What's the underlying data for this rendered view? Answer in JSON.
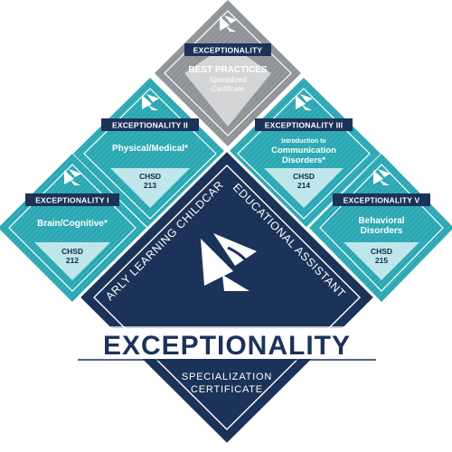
{
  "colors": {
    "navy": "#1b3358",
    "teal": "#2aa7b2",
    "teal_light": "#bfe6ea",
    "grey": "#8f9296",
    "grey_light": "#d4d5d7",
    "white": "#ffffff"
  },
  "badges": {
    "best_practices": {
      "header": "EXCEPTIONALITY",
      "title": "BEST PRACTICES",
      "sub1": "Specialized",
      "sub2": "Certificate"
    },
    "ii": {
      "header": "EXCEPTIONALITY II",
      "title": "Physical/Medical*",
      "code1": "CHSD",
      "code2": "213"
    },
    "iii": {
      "header": "EXCEPTIONALITY III",
      "title1": "Introduction to",
      "title2": "Communication",
      "title3": "Disorders*",
      "code1": "CHSD",
      "code2": "214"
    },
    "i": {
      "header": "EXCEPTIONALITY I",
      "title": "Brain/Cognitive*",
      "code1": "CHSD",
      "code2": "212"
    },
    "v": {
      "header": "EXCEPTIONALITY V",
      "title1": "Behavioral",
      "title2": "Disorders",
      "code1": "CHSD",
      "code2": "215"
    }
  },
  "main": {
    "left_arc": "EARLY LEARNING CHILDCARE",
    "right_arc": "EDUCATIONAL ASSISTANT",
    "title": "EXCEPTIONALITY",
    "sub1": "SPECIALIZATION",
    "sub2": "CERTIFICATE"
  }
}
